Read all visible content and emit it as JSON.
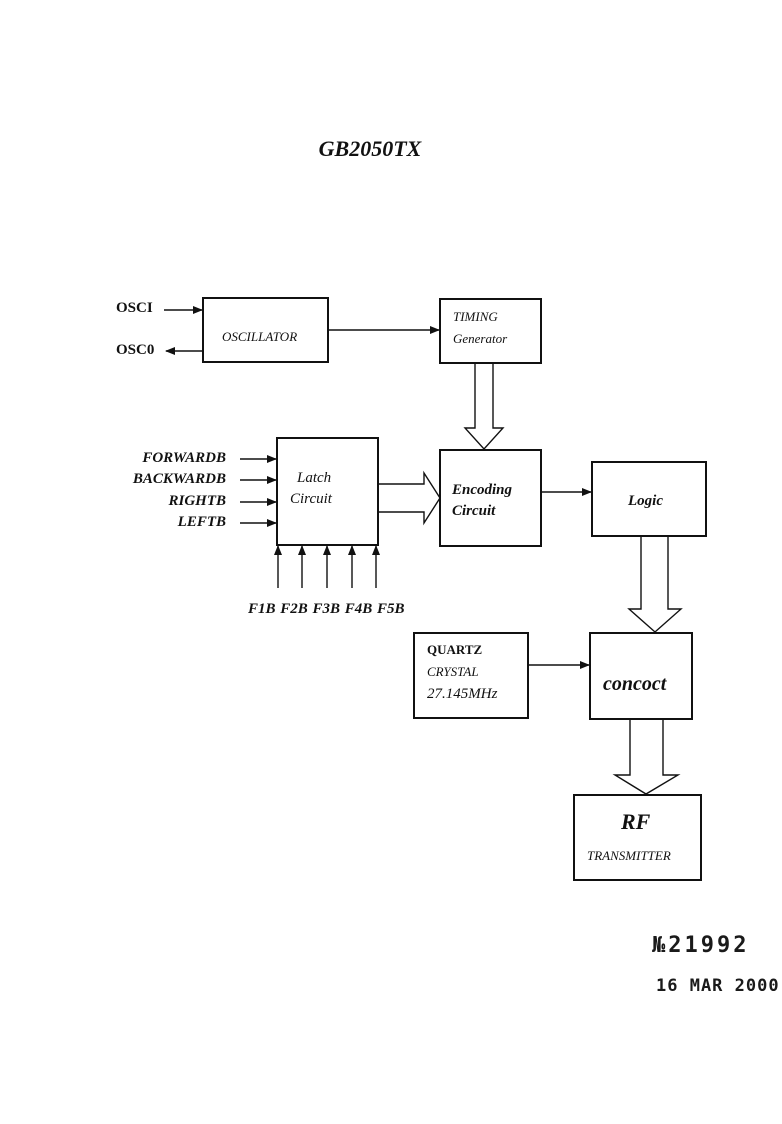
{
  "title": "GB2050TX",
  "inputs": {
    "osci": "OSCI",
    "osco": "OSC0",
    "forward": "FORWARDB",
    "backward": "BACKWARDB",
    "right": "RIGHTB",
    "left": "LEFTB",
    "func_row": "F1B F2B F3B F4B F5B"
  },
  "blocks": {
    "oscillator": "OSCILLATOR",
    "timing_1": "TIMING",
    "timing_2": "Generator",
    "latch_1": "Latch",
    "latch_2": "Circuit",
    "encoding_1": "Encoding",
    "encoding_2": "Circuit",
    "logic": "Logic",
    "quartz_1": "QUARTZ",
    "quartz_2": "CRYSTAL",
    "quartz_3": "27.145MHz",
    "concoct": "concoct",
    "rf_1": "RF",
    "rf_2": "TRANSMITTER"
  },
  "stamp": {
    "number": "№21992",
    "date": "16 MAR 2000"
  }
}
